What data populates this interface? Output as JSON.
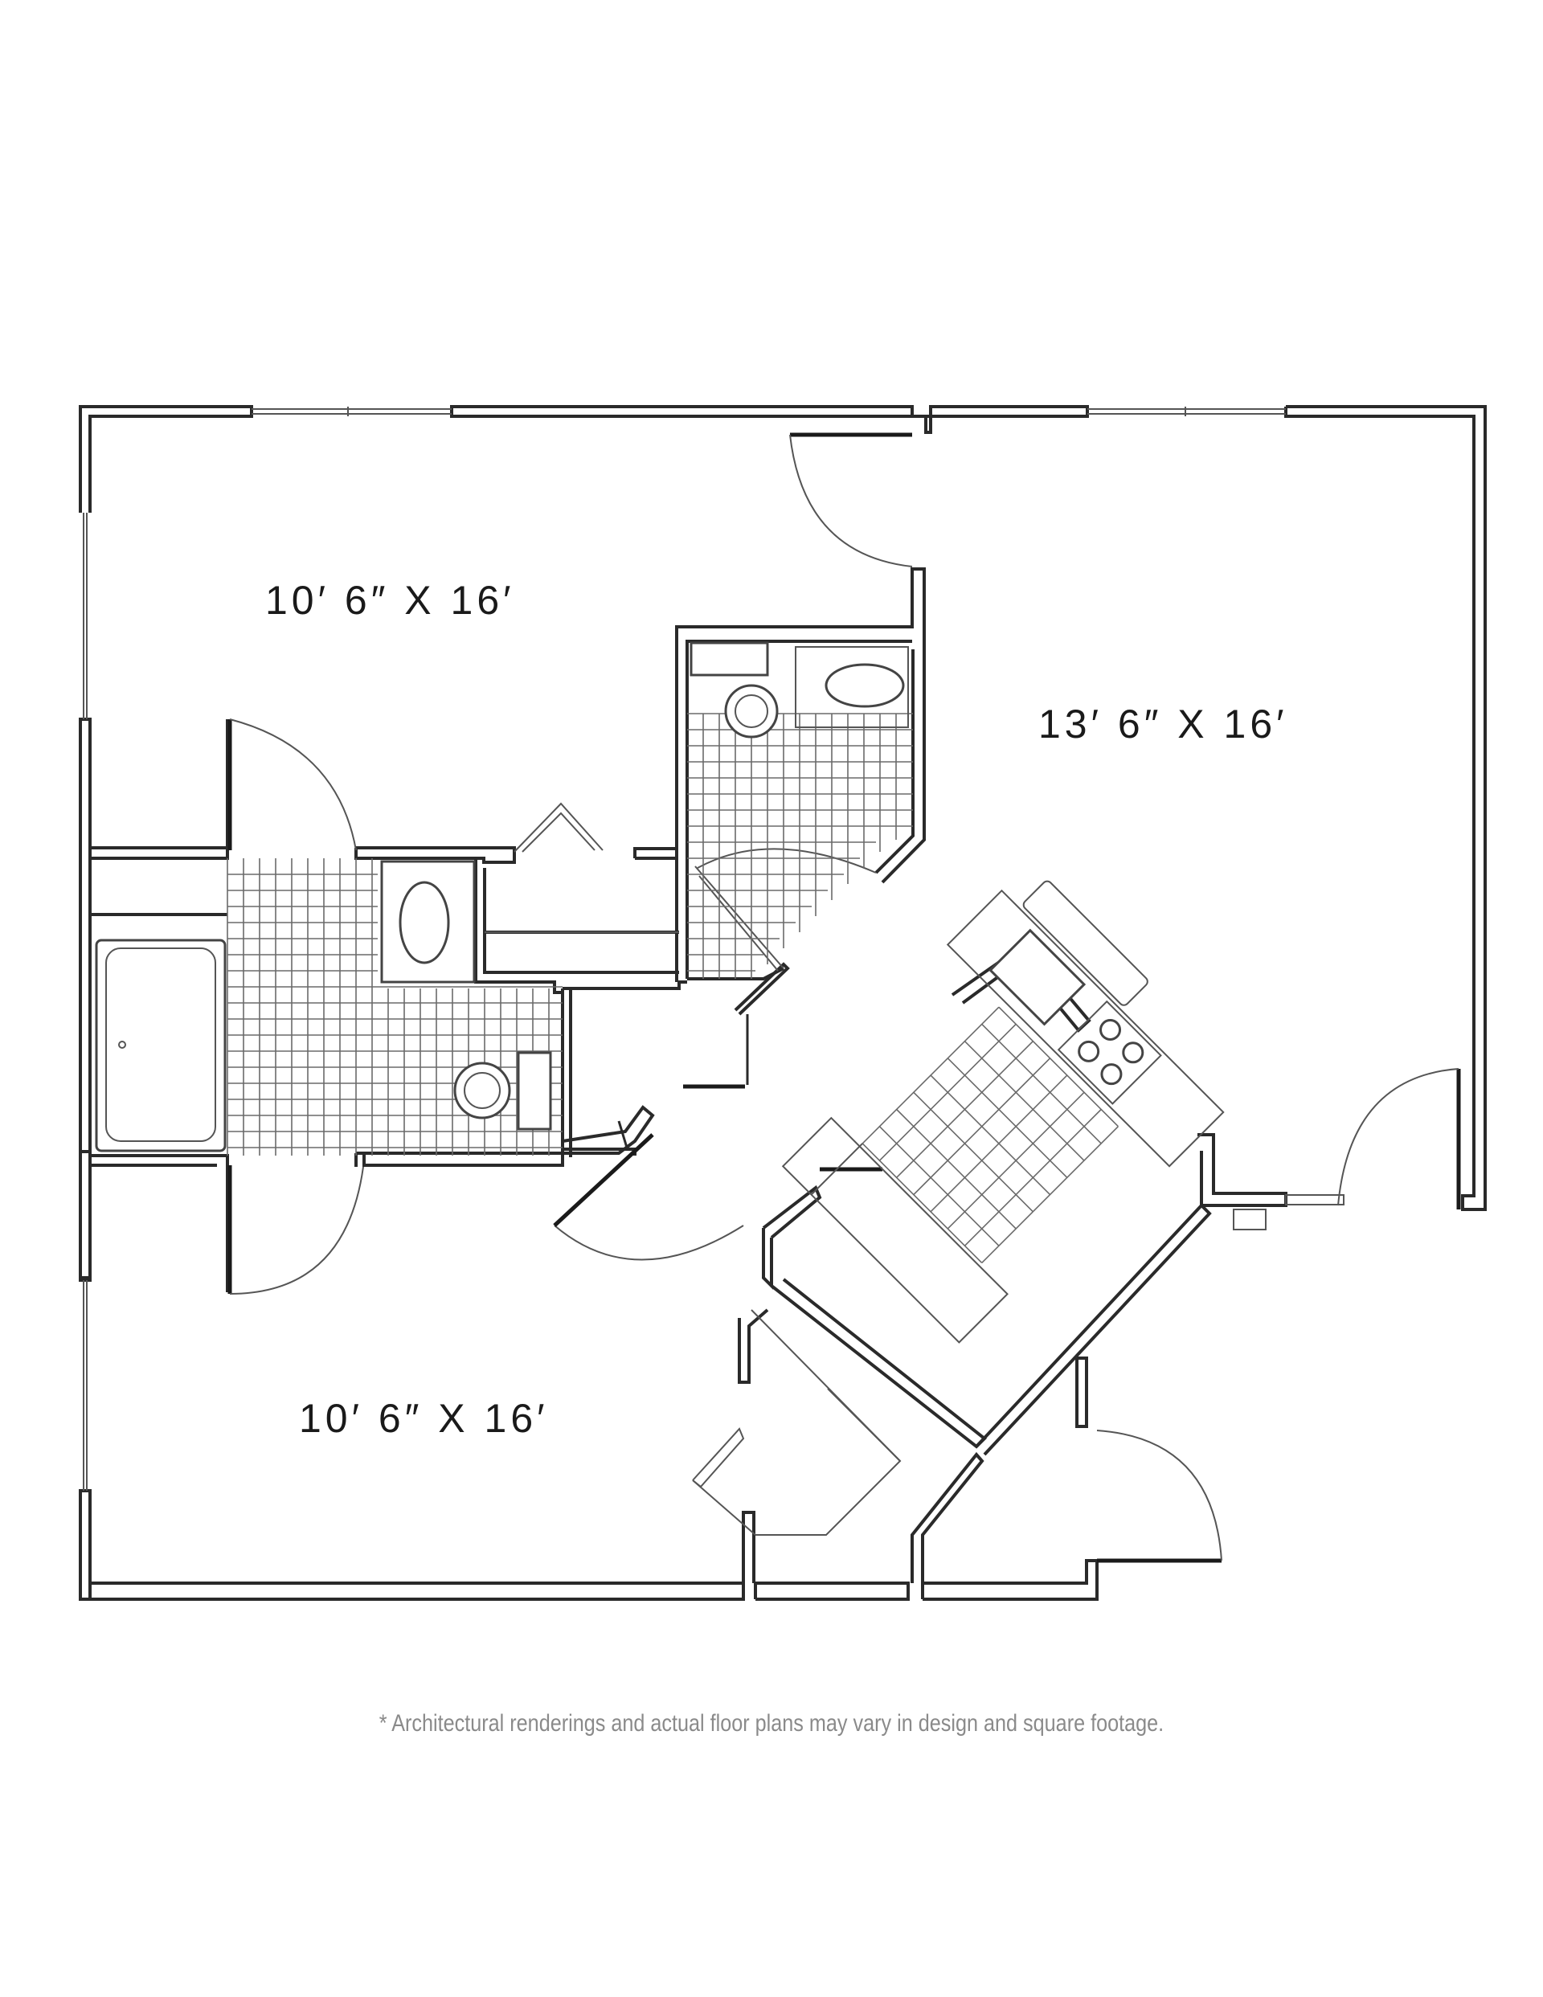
{
  "rooms": {
    "bedroom_1": "10′ 6″ X 16′",
    "living_room": "13′ 6″ X 16′",
    "bedroom_2": "10′ 6″ X 16′"
  },
  "disclaimer": "* Architectural renderings and actual floor plans may vary in design and square footage."
}
